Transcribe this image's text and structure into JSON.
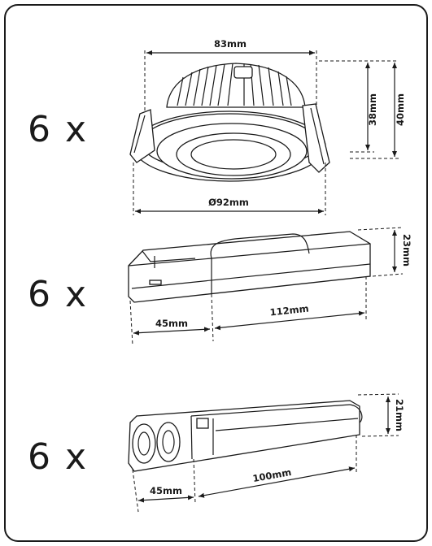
{
  "quantities": [
    "6 x",
    "6 x",
    "6 x"
  ],
  "downlight": {
    "width": "83mm",
    "diameter": "Ø92mm",
    "height_inner": "38mm",
    "height_outer": "40mm"
  },
  "driver_1": {
    "length_a": "45mm",
    "length_b": "112mm",
    "height": "23mm"
  },
  "driver_2": {
    "length_a": "45mm",
    "length_b": "100mm",
    "height": "21mm"
  },
  "colors": {
    "line": "#1a1a1a",
    "background": "#ffffff",
    "border": "#1a1a1a"
  }
}
